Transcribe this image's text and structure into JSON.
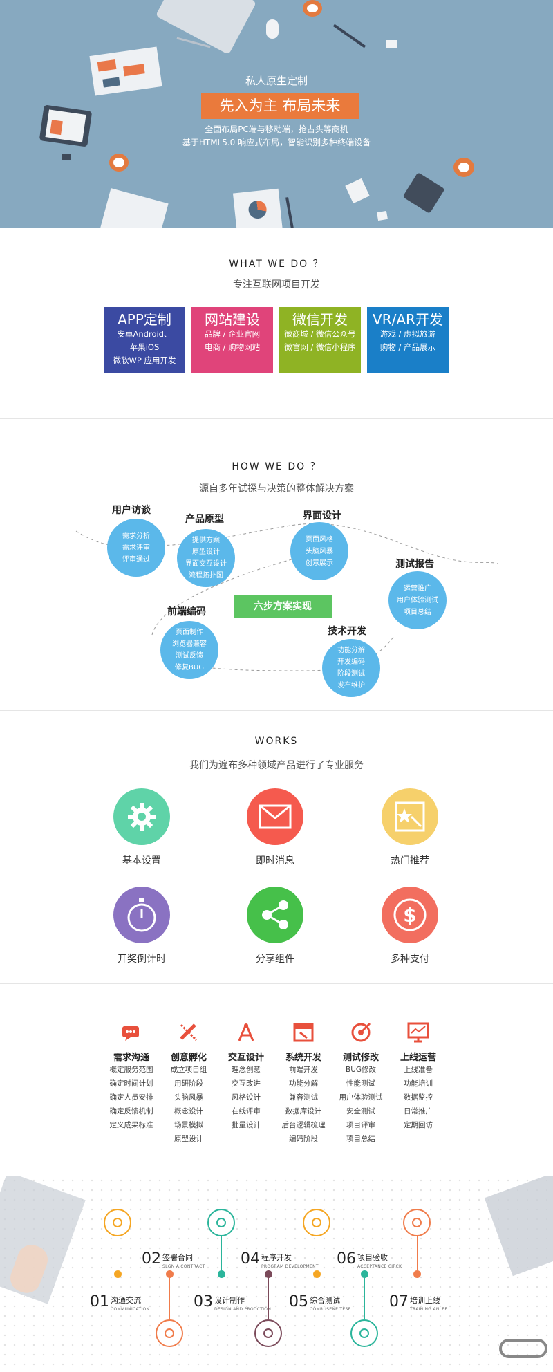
{
  "hero": {
    "subtitle": "私人原生定制",
    "badge": "先入为主  布局未来",
    "line1": "全面布局PC端与移动端，抢占头等商机",
    "line2": "基于HTML5.0 响应式布局，智能识别多种终端设备"
  },
  "what": {
    "title": "WHAT WE DO ？",
    "subtitle": "专注互联网项目开发",
    "cards": [
      {
        "title": "APP定制",
        "lines": [
          "安卓Android、",
          "苹果iOS",
          "微软WP 应用开发"
        ],
        "color": "#3b4aa2"
      },
      {
        "title": "网站建设",
        "lines": [
          "品牌 / 企业官网",
          "电商 / 购物网站"
        ],
        "color": "#e0447a"
      },
      {
        "title": "微信开发",
        "lines": [
          "微商城 / 微信公众号",
          "微官网 / 微信小程序"
        ],
        "color": "#8fb324"
      },
      {
        "title": "VR/AR开发",
        "lines": [
          "游戏 / 虚拟旅游",
          "购物 / 产品展示"
        ],
        "color": "#1a7fc8"
      }
    ]
  },
  "how": {
    "title": "HOW WE DO  ？",
    "subtitle": "源自多年试探与决策的整体解决方案",
    "center": "六步方案实现",
    "steps": [
      {
        "title": "用户访谈",
        "lines": [
          "需求分析",
          "需求评审",
          "评审通过"
        ]
      },
      {
        "title": "产品原型",
        "lines": [
          "提供方案",
          "原型设计",
          "界面交互设计",
          "流程拓扑图"
        ]
      },
      {
        "title": "界面设计",
        "lines": [
          "页面风格",
          "头脑风暴",
          "创意展示"
        ]
      },
      {
        "title": "测试报告",
        "lines": [
          "运营推广",
          "用户体验测试",
          "项目总结"
        ]
      },
      {
        "title": "前端编码",
        "lines": [
          "页面制作",
          "浏览器兼容",
          "测试反馈",
          "修复BUG"
        ]
      },
      {
        "title": "技术开发",
        "lines": [
          "功能分解",
          "开发编码",
          "阶段测试",
          "发布维护"
        ]
      }
    ]
  },
  "works": {
    "title": "WORKS",
    "subtitle": "我们为遍布多种领域产品进行了专业服务",
    "items": [
      {
        "label": "基本设置",
        "icon": "gear-icon",
        "color": "#5fd3a8"
      },
      {
        "label": "即时消息",
        "icon": "envelope-icon",
        "color": "#f55a4e"
      },
      {
        "label": "热门推荐",
        "icon": "star-picture-icon",
        "color": "#f6d06b"
      },
      {
        "label": "开奖倒计时",
        "icon": "stopwatch-icon",
        "color": "#8a72c2"
      },
      {
        "label": "分享组件",
        "icon": "share-icon",
        "color": "#46c04a"
      },
      {
        "label": "多种支付",
        "icon": "dollar-icon",
        "color": "#f26e5f"
      }
    ]
  },
  "process": {
    "accent": "#e8503c",
    "columns": [
      {
        "title": "需求沟通",
        "icon": "chat-icon",
        "items": [
          "概定服务范围",
          "确定时间计划",
          "确定人员安排",
          "确定反馈机制",
          "定义成果标准"
        ]
      },
      {
        "title": "创意孵化",
        "icon": "pencil-ruler-icon",
        "items": [
          "成立项目组",
          "用研阶段",
          "头脑风暴",
          "概念设计",
          "场景模拟",
          "原型设计"
        ]
      },
      {
        "title": "交互设计",
        "icon": "compass-icon",
        "items": [
          "理念创意",
          "交互改进",
          "风格设计",
          "在线评审",
          "批量设计"
        ]
      },
      {
        "title": "系统开发",
        "icon": "browser-icon",
        "items": [
          "前端开发",
          "功能分解",
          "兼容测试",
          "数据库设计",
          "后台逻辑梳理",
          "编码阶段"
        ]
      },
      {
        "title": "测试修改",
        "icon": "target-icon",
        "items": [
          "BUG修改",
          "性能测试",
          "用户体验测试",
          "安全测试",
          "项目评审",
          "项目总结"
        ]
      },
      {
        "title": "上线运营",
        "icon": "monitor-icon",
        "items": [
          "上线准备",
          "功能培训",
          "数据监控",
          "日常推广",
          "定期回访"
        ]
      }
    ]
  },
  "timeline": {
    "steps": [
      {
        "num": "01",
        "cn": "沟通交流",
        "en": "COMMUNICATION",
        "color": "#f5a623",
        "icon": "chat-bubble-icon"
      },
      {
        "num": "02",
        "cn": "签署合同",
        "en": "SLGN A CONTRACT",
        "color": "#f07c4b",
        "icon": "contract-icon"
      },
      {
        "num": "03",
        "cn": "设计制作",
        "en": "DESIGN AND PRODCTION",
        "color": "#2bb59b",
        "icon": "design-icon"
      },
      {
        "num": "04",
        "cn": "程序开发",
        "en": "PROGRAM DEVELOPMENT",
        "color": "#7b4a5a",
        "icon": "tools-icon"
      },
      {
        "num": "05",
        "cn": "综合测试",
        "en": "COMRUSENE TESE",
        "color": "#f5a623",
        "icon": "grid-icon"
      },
      {
        "num": "06",
        "cn": "项目验收",
        "en": "ACCEPTANCE CIRCK",
        "color": "#2bb59b",
        "icon": "check-icon"
      },
      {
        "num": "07",
        "cn": "培训上线",
        "en": "TRAINING ANLEF",
        "color": "#f07c4b",
        "icon": "graduation-icon"
      }
    ]
  }
}
